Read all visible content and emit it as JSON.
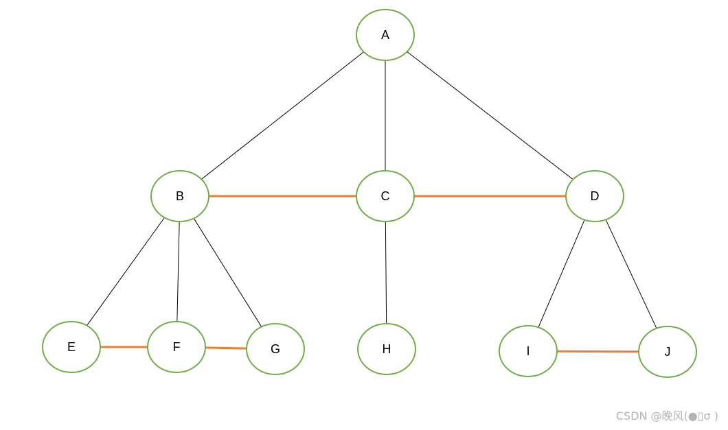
{
  "nodes": [
    {
      "id": "A",
      "label": "A"
    },
    {
      "id": "B",
      "label": "B"
    },
    {
      "id": "C",
      "label": "C"
    },
    {
      "id": "D",
      "label": "D"
    },
    {
      "id": "E",
      "label": "E"
    },
    {
      "id": "F",
      "label": "F"
    },
    {
      "id": "G",
      "label": "G"
    },
    {
      "id": "H",
      "label": "H"
    },
    {
      "id": "I",
      "label": "I"
    },
    {
      "id": "J",
      "label": "J"
    }
  ],
  "tree_edges": [
    [
      "A",
      "B"
    ],
    [
      "A",
      "C"
    ],
    [
      "A",
      "D"
    ],
    [
      "B",
      "E"
    ],
    [
      "B",
      "F"
    ],
    [
      "B",
      "G"
    ],
    [
      "C",
      "H"
    ],
    [
      "D",
      "I"
    ],
    [
      "D",
      "J"
    ]
  ],
  "sibling_edges": [
    [
      "B",
      "C"
    ],
    [
      "C",
      "D"
    ],
    [
      "E",
      "F"
    ],
    [
      "F",
      "G"
    ],
    [
      "I",
      "J"
    ]
  ],
  "colors": {
    "node_stroke": "#70ad47",
    "tree_edge": "#000000",
    "sibling_edge": "#ed7d31"
  },
  "watermark": "CSDN @晚风(●▯σ )"
}
